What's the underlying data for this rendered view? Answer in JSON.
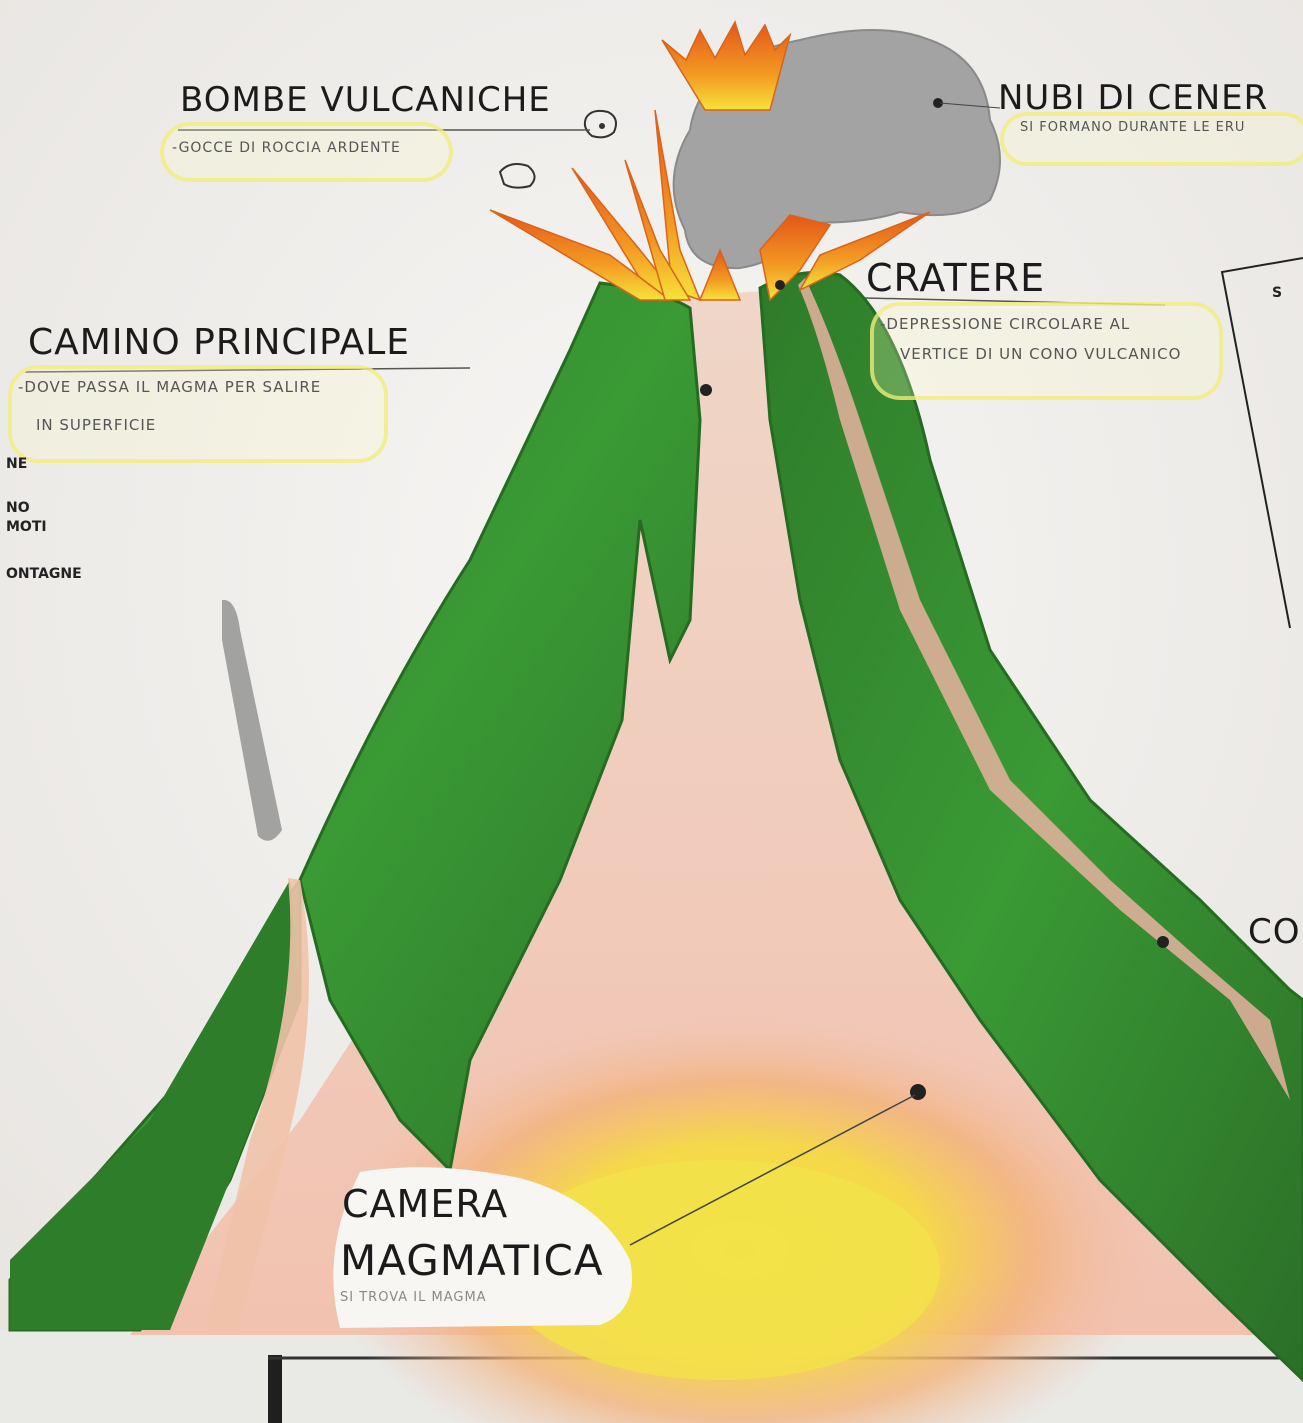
{
  "labels": {
    "bombe": {
      "title": "BOMBE VULCANICHE",
      "note": "-GOCCE DI ROCCIA ARDENTE"
    },
    "nubi": {
      "title": "NUBI DI CENER",
      "note": "SI FORMANO DURANTE LE ERU"
    },
    "cratere": {
      "title": "CRATERE",
      "note_line1": "-DEPRESSIONE CIRCOLARE AL",
      "note_line2": "VERTICE DI UN CONO VULCANICO"
    },
    "camino": {
      "title": "CAMINO PRINCIPALE",
      "note_line1": "-DOVE PASSA IL MAGMA PER SALIRE",
      "note_line2": "IN SUPERFICIE"
    },
    "camera": {
      "title_line1": "CAMERA",
      "title_line2": "MAGMATICA",
      "note": "SI TROVA IL MAGMA"
    }
  },
  "edge_fragments": {
    "left_1": "NE",
    "left_2": "NO",
    "left_3": "MOTI",
    "left_4": "ONTAGNE",
    "right_top": "S",
    "right_mid": "CO"
  },
  "colors": {
    "paper": "#f3f1ee",
    "cone_green": "#2f8a2c",
    "magma_yellow": "#f2e24a",
    "ash_gray": "#9a9a9a",
    "flame_orange": "#f08a1c"
  }
}
